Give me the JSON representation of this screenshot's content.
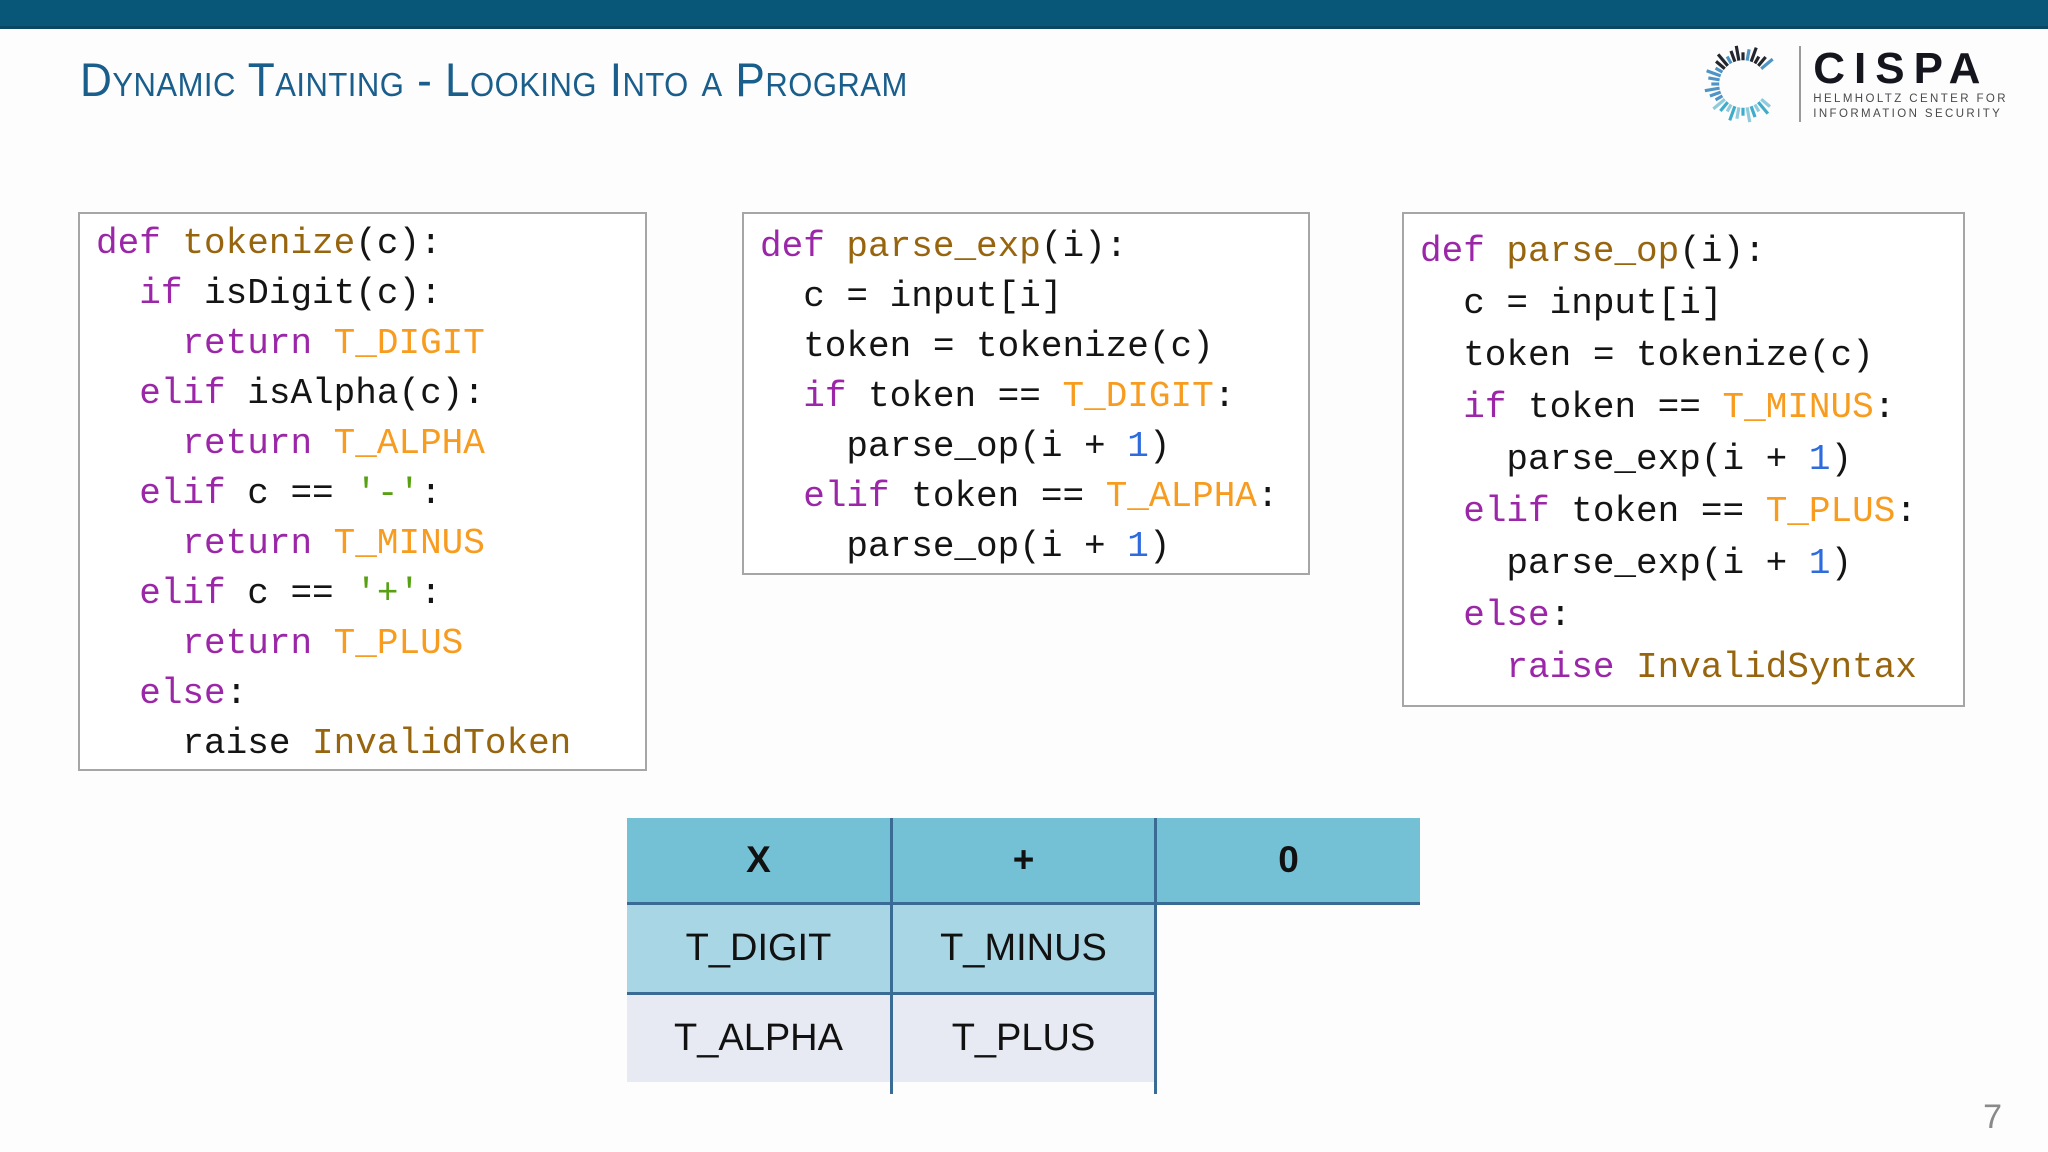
{
  "slide": {
    "title": "Dynamic Tainting - Looking Into a Program",
    "page_number": "7"
  },
  "logo": {
    "brand": "CISPA",
    "subtitle_line1": "HELMHOLTZ CENTER FOR",
    "subtitle_line2": "INFORMATION SECURITY"
  },
  "code_boxes": [
    {
      "name": "tokenize",
      "lines": [
        [
          [
            "kw",
            "def"
          ],
          [
            "plain",
            " "
          ],
          [
            "fn",
            "tokenize"
          ],
          [
            "plain",
            "(c):"
          ]
        ],
        [
          [
            "plain",
            "  "
          ],
          [
            "kw",
            "if"
          ],
          [
            "plain",
            " isDigit(c):"
          ]
        ],
        [
          [
            "plain",
            "    "
          ],
          [
            "kw",
            "return"
          ],
          [
            "plain",
            " "
          ],
          [
            "const",
            "T_DIGIT"
          ]
        ],
        [
          [
            "plain",
            "  "
          ],
          [
            "kw",
            "elif"
          ],
          [
            "plain",
            " isAlpha(c):"
          ]
        ],
        [
          [
            "plain",
            "    "
          ],
          [
            "kw",
            "return"
          ],
          [
            "plain",
            " "
          ],
          [
            "const",
            "T_ALPHA"
          ]
        ],
        [
          [
            "plain",
            "  "
          ],
          [
            "kw",
            "elif"
          ],
          [
            "plain",
            " c == "
          ],
          [
            "str",
            "'-'"
          ],
          [
            "plain",
            ":"
          ]
        ],
        [
          [
            "plain",
            "    "
          ],
          [
            "kw",
            "return"
          ],
          [
            "plain",
            " "
          ],
          [
            "const",
            "T_MINUS"
          ]
        ],
        [
          [
            "plain",
            "  "
          ],
          [
            "kw",
            "elif"
          ],
          [
            "plain",
            " c == "
          ],
          [
            "str",
            "'+'"
          ],
          [
            "plain",
            ":"
          ]
        ],
        [
          [
            "plain",
            "    "
          ],
          [
            "kw",
            "return"
          ],
          [
            "plain",
            " "
          ],
          [
            "const",
            "T_PLUS"
          ]
        ],
        [
          [
            "plain",
            "  "
          ],
          [
            "kw",
            "else"
          ],
          [
            "plain",
            ":"
          ]
        ],
        [
          [
            "plain",
            "    raise "
          ],
          [
            "exc",
            "InvalidToken"
          ]
        ]
      ]
    },
    {
      "name": "parse_exp",
      "lines": [
        [
          [
            "kw",
            "def"
          ],
          [
            "plain",
            " "
          ],
          [
            "fn",
            "parse_exp"
          ],
          [
            "plain",
            "(i):"
          ]
        ],
        [
          [
            "plain",
            "  c = input[i]"
          ]
        ],
        [
          [
            "plain",
            "  token = tokenize(c)"
          ]
        ],
        [
          [
            "plain",
            "  "
          ],
          [
            "kw",
            "if"
          ],
          [
            "plain",
            " token == "
          ],
          [
            "const",
            "T_DIGIT"
          ],
          [
            "plain",
            ":"
          ]
        ],
        [
          [
            "plain",
            "    parse_op(i + "
          ],
          [
            "num",
            "1"
          ],
          [
            "plain",
            ")"
          ]
        ],
        [
          [
            "plain",
            "  "
          ],
          [
            "kw",
            "elif"
          ],
          [
            "plain",
            " token == "
          ],
          [
            "const",
            "T_ALPHA"
          ],
          [
            "plain",
            ":"
          ]
        ],
        [
          [
            "plain",
            "    parse_op(i + "
          ],
          [
            "num",
            "1"
          ],
          [
            "plain",
            ")"
          ]
        ]
      ]
    },
    {
      "name": "parse_op",
      "lines": [
        [
          [
            "kw",
            "def"
          ],
          [
            "plain",
            " "
          ],
          [
            "fn",
            "parse_op"
          ],
          [
            "plain",
            "(i):"
          ]
        ],
        [
          [
            "plain",
            "  c = input[i]"
          ]
        ],
        [
          [
            "plain",
            "  token = tokenize(c)"
          ]
        ],
        [
          [
            "plain",
            "  "
          ],
          [
            "kw",
            "if"
          ],
          [
            "plain",
            " token == "
          ],
          [
            "const",
            "T_MINUS"
          ],
          [
            "plain",
            ":"
          ]
        ],
        [
          [
            "plain",
            "    parse_exp(i + "
          ],
          [
            "num",
            "1"
          ],
          [
            "plain",
            ")"
          ]
        ],
        [
          [
            "plain",
            "  "
          ],
          [
            "kw",
            "elif"
          ],
          [
            "plain",
            " token == "
          ],
          [
            "const",
            "T_PLUS"
          ],
          [
            "plain",
            ":"
          ]
        ],
        [
          [
            "plain",
            "    parse_exp(i + "
          ],
          [
            "num",
            "1"
          ],
          [
            "plain",
            ")"
          ]
        ],
        [
          [
            "plain",
            "  "
          ],
          [
            "kw",
            "else"
          ],
          [
            "plain",
            ":"
          ]
        ],
        [
          [
            "plain",
            "    "
          ],
          [
            "kw",
            "raise"
          ],
          [
            "plain",
            " "
          ],
          [
            "exc",
            "InvalidSyntax"
          ]
        ]
      ]
    }
  ],
  "table": {
    "headers": [
      "X",
      "+",
      "0"
    ],
    "rows": [
      [
        "T_DIGIT",
        "T_MINUS"
      ],
      [
        "T_ALPHA",
        "T_PLUS"
      ]
    ]
  },
  "colors": {
    "top_bar": "#095778",
    "top_bar_edge": "#0A4764",
    "title": "#1A5E8C",
    "code_box_border": "#A6A6A6",
    "page_number": "#8A8A8A",
    "tokens": {
      "kw": "#9B27A8",
      "fn": "#98650F",
      "const": "#F79C1F",
      "num": "#2E6BDD",
      "str": "#56A012",
      "exc": "#98650F",
      "plain": "#141414"
    },
    "table": {
      "header_bg": "#74C1D6",
      "row2_bg": "#A9D6E4",
      "row3_bg": "#E7EAF3",
      "border": "#3A6B95"
    },
    "logo_ring": {
      "dark": "#23262C",
      "blue": "#4F94C4",
      "teal": "#3FACCB",
      "teal_light": "#8FCBDC"
    }
  }
}
